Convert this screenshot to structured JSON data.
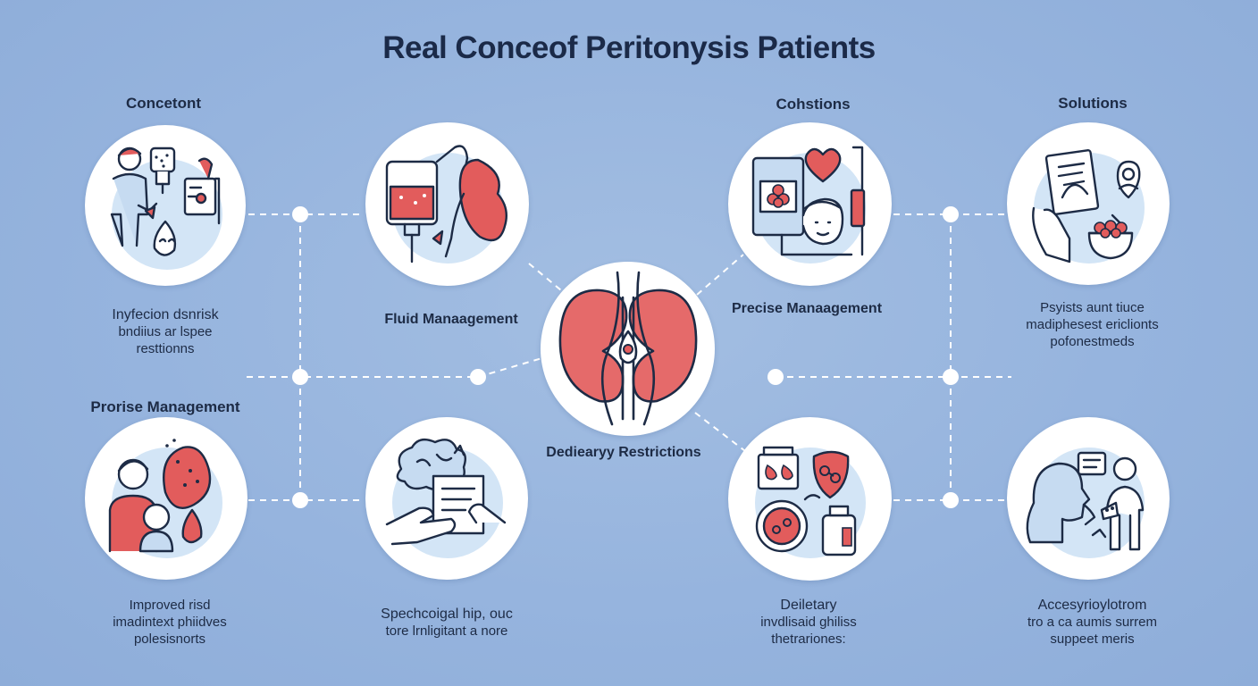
{
  "title": "Real Conceof Peritonysis Patients",
  "headings": {
    "concetont": "Concetont",
    "cohstions": "Cohstions",
    "solutions": "Solutions",
    "precise_management": "Prorise Management"
  },
  "labels": {
    "fluid_management": "Fluid Manaagement",
    "precise_manaagement": "Precise Manaagement",
    "dietary_restrictions": "Dediearyy Restrictions"
  },
  "descriptions": {
    "infection_risk": [
      "Inyfecion dsnrisk",
      "bndiius ar lspee",
      "resttionns"
    ],
    "psysists": [
      "Psyists aunt tiuce",
      "madiphesest ericlionts",
      "pofonestmeds"
    ],
    "improved": [
      "Improved risd",
      "imadintext phiidves",
      "polesisnorts"
    ],
    "spechcoigal": [
      "Spechcoigal hip, ouc",
      "tore lrnligitant a nore"
    ],
    "deiletary": [
      "Deiletary",
      "invdlisaid ghiliss",
      "thetrariones:"
    ],
    "accesyriolom": [
      "Accesyrioylotrom",
      "tro a ca aumis surrem",
      "suppeet meris"
    ]
  },
  "icons": {
    "center": "kidneys-icon",
    "top_left": "patient-iv-infection-icon",
    "top_mid": "iv-bag-kidney-icon",
    "top_right": "monitor-heart-iv-icon",
    "far_top_right": "hand-document-person-icon",
    "bottom_left": "patients-infection-icon",
    "bottom_mid": "brain-hands-document-icon",
    "bottom_right": "dietary-items-icon",
    "far_bottom_right": "people-support-icon"
  },
  "colors": {
    "background": "#96b4de",
    "accent_red": "#e25c5c",
    "icon_blue": "#bcd8f2",
    "outline": "#1d2b45"
  }
}
